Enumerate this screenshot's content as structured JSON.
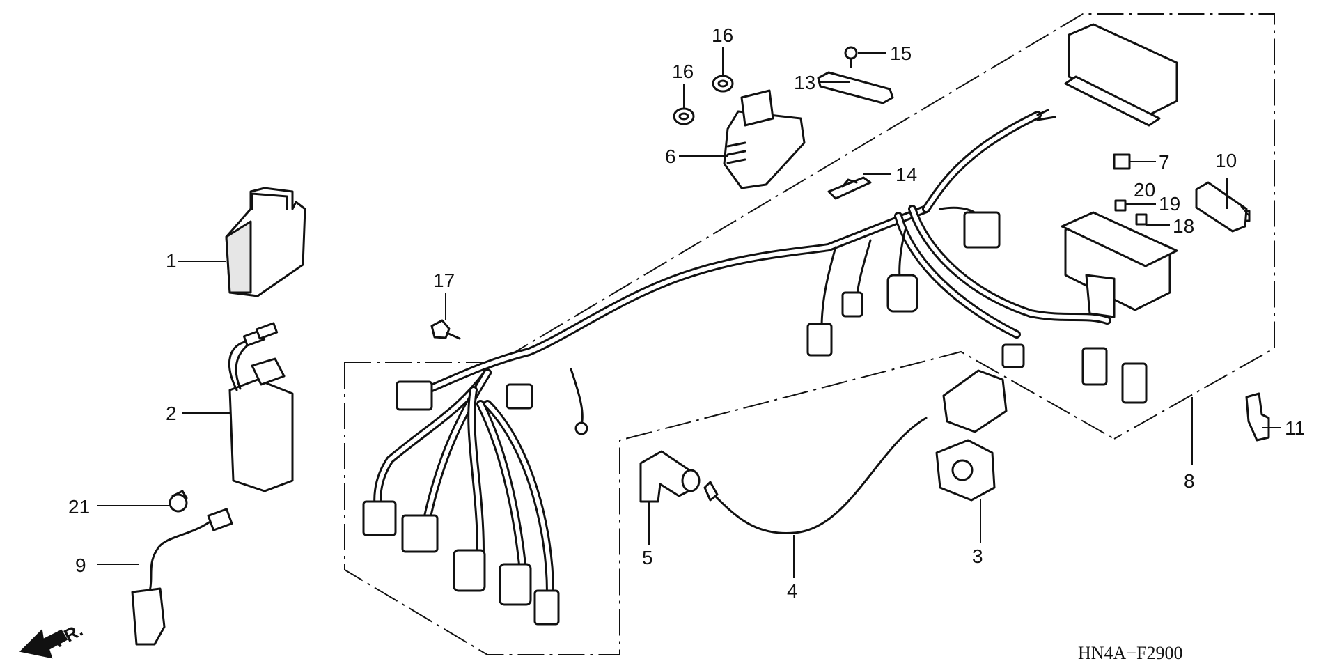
{
  "diagram": {
    "drawing_code": "HN4A−F2900",
    "front_marker": "FR.",
    "callouts": {
      "p1": "1",
      "p2": "2",
      "p3": "3",
      "p4": "4",
      "p5": "5",
      "p6": "6",
      "p7": "7",
      "p8": "8",
      "p9": "9",
      "p10": "10",
      "p11": "11",
      "p13": "13",
      "p14": "14",
      "p15": "15",
      "p16a": "16",
      "p16b": "16",
      "p17": "17",
      "p18": "18",
      "p19": "19",
      "p20": "20",
      "p21": "21"
    }
  }
}
